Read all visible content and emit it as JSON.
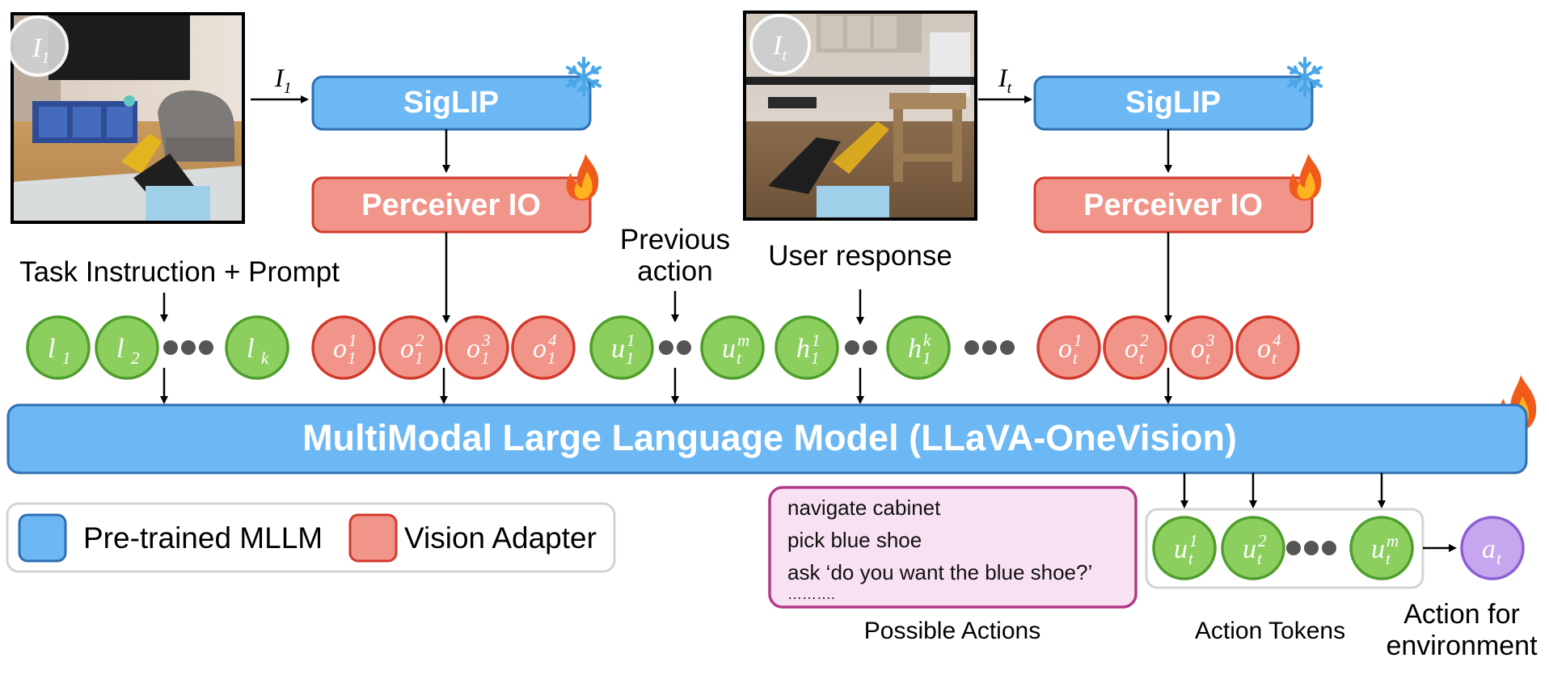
{
  "colors": {
    "blue_fill": "#6bb8f5",
    "blue_stroke": "#2f6fb3",
    "red_fill": "#f1948a",
    "red_stroke": "#d23b2c",
    "green_fill": "#8ccf5f",
    "green_stroke": "#4f9e2c",
    "purple_fill": "#c6a6ee",
    "purple_stroke": "#8d5fd6",
    "pink_fill": "#f8e1f2",
    "pink_stroke": "#b23a86"
  },
  "icons": {
    "frozen": "snowflake-icon",
    "trainable": "fire-icon"
  },
  "encoders": [
    {
      "image_label": "I",
      "image_sub": "1",
      "arrow_label": "I",
      "arrow_sub": "1",
      "siglip": "SigLIP",
      "adapter": "Perceiver IO"
    },
    {
      "image_label": "I",
      "image_sub": "t",
      "arrow_label": "I",
      "arrow_sub": "t",
      "siglip": "SigLIP",
      "adapter": "Perceiver IO"
    }
  ],
  "inputs": {
    "task": "Task Instruction + Prompt",
    "previous_action_line1": "Previous",
    "previous_action_line2": "action",
    "user_response": "User response"
  },
  "tokens": {
    "l": [
      {
        "base": "l",
        "sub": "1"
      },
      {
        "base": "l",
        "sub": "2"
      },
      {
        "base": "l",
        "sub": "k"
      }
    ],
    "o1": [
      {
        "base": "o",
        "sub": "1",
        "sup": "1"
      },
      {
        "base": "o",
        "sub": "1",
        "sup": "2"
      },
      {
        "base": "o",
        "sub": "1",
        "sup": "3"
      },
      {
        "base": "o",
        "sub": "1",
        "sup": "4"
      }
    ],
    "u_prev": [
      {
        "base": "u",
        "sub": "1",
        "sup": "1"
      },
      {
        "base": "u",
        "sub": "t",
        "sup": "m"
      }
    ],
    "h": [
      {
        "base": "h",
        "sub": "1",
        "sup": "1"
      },
      {
        "base": "h",
        "sub": "1",
        "sup": "k"
      }
    ],
    "ot": [
      {
        "base": "o",
        "sub": "t",
        "sup": "1"
      },
      {
        "base": "o",
        "sub": "t",
        "sup": "2"
      },
      {
        "base": "o",
        "sub": "t",
        "sup": "3"
      },
      {
        "base": "o",
        "sub": "t",
        "sup": "4"
      }
    ],
    "u_out": [
      {
        "base": "u",
        "sub": "t",
        "sup": "1"
      },
      {
        "base": "u",
        "sub": "t",
        "sup": "2"
      },
      {
        "base": "u",
        "sub": "t",
        "sup": "m"
      }
    ],
    "action": {
      "base": "a",
      "sub": "t"
    }
  },
  "mllm_label": "MultiModal Large Language Model (LLaVA-OneVision)",
  "legend": {
    "pretrained": "Pre-trained MLLM",
    "adapter": "Vision Adapter"
  },
  "possible_actions": {
    "items": [
      "navigate cabinet",
      "pick blue shoe",
      "ask ‘do you want the blue shoe?’",
      "………."
    ],
    "caption": "Possible Actions"
  },
  "action_tokens_caption": "Action Tokens",
  "action_caption_line1": "Action for",
  "action_caption_line2": "environment"
}
